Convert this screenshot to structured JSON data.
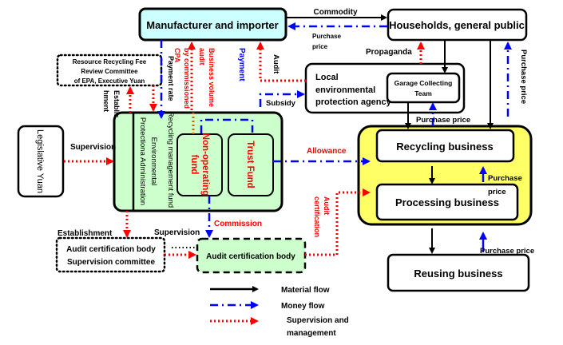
{
  "colors": {
    "material": "#000000",
    "money": "#0000ff",
    "supervision": "#ff0000",
    "manufacturer_fill": "#ccffff",
    "epa_fill": "#ccffcc",
    "business_fill": "#ffff66",
    "fund_text": "#ff0000"
  },
  "nodes": {
    "manufacturer": "Manufacturer and importer",
    "households": "Households, general public",
    "review_committee": [
      "Resource Recycling Fee",
      "Review Committee",
      "of EPA, Executive Yuan"
    ],
    "local_agency": [
      "Local",
      "environmental",
      "protection agency"
    ],
    "garage_team": [
      "Garage Collecting",
      "Team"
    ],
    "legislative": "Legislative Yuan",
    "epa_admin": [
      "Environmental",
      "Protectiona Administration"
    ],
    "recycling_fund_label": "Recycling management fund",
    "non_operating_fund": [
      "Non-operating",
      "fund"
    ],
    "trust_fund": "Trust Fund",
    "recycling_business": "Recycling business",
    "processing_business": "Processing business",
    "reusing_business": "Reusing business",
    "audit_supervision_committee": [
      "Audit certification body",
      "Supervision committee"
    ],
    "audit_body": "Audit certification body"
  },
  "edge_labels": {
    "commodity": "Commodity",
    "purchase_price_top": [
      "Purchase",
      "price"
    ],
    "propaganda": "Propaganda",
    "audit": "Audit",
    "payment": "Payment",
    "business_volume_audit": [
      "Business volume",
      "audit",
      "by commissioned",
      "CPA"
    ],
    "payment_rate": "Payment rate",
    "establishment_vertical": [
      "Establis",
      "hment"
    ],
    "subsidy": "Subsidy",
    "purchase_price_right": "Purchase price",
    "purchase_price_mid": "Purchase price",
    "supervision_left": "Supervision",
    "allowance": "Allowance",
    "purchase_price_inner": [
      "Purchase",
      "price"
    ],
    "audit_certification": [
      "Audit",
      "certification"
    ],
    "commission": "Commission",
    "establishment": "Establishment",
    "supervision_bottom": "Supervision",
    "purchase_price_bottom": "Purchase price"
  },
  "legend": [
    {
      "label": "Material flow",
      "type": "material"
    },
    {
      "label": "Money flow",
      "type": "money"
    },
    {
      "label": "Supervision and",
      "label2": "management",
      "type": "supervision"
    }
  ]
}
